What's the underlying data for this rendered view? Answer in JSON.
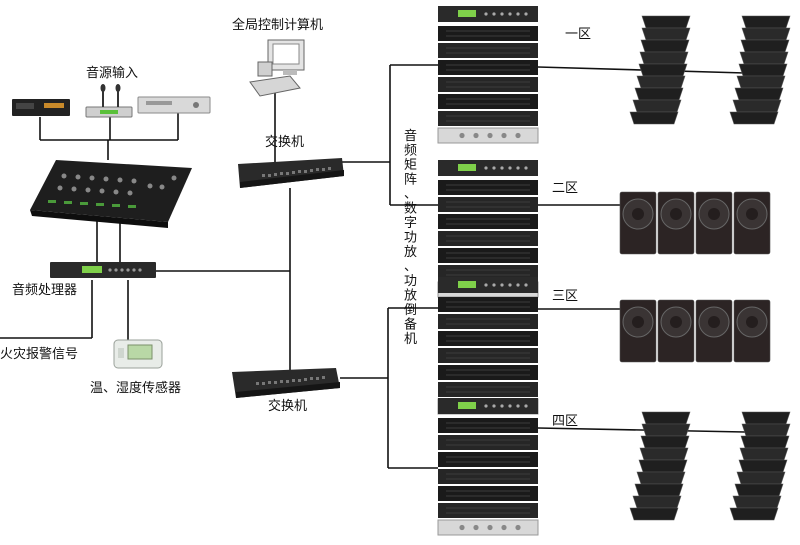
{
  "labels": {
    "computer": "全局控制计算机",
    "audio_input": "音源输入",
    "switch_top": "交换机",
    "switch_bottom": "交换机",
    "audio_processor": "音频处理器",
    "fire_alarm": "火灾报警信号",
    "sensor": "温、湿度传感器",
    "vertical_note": [
      "音",
      "频",
      "矩",
      "阵",
      "、",
      "数",
      "字",
      "功",
      "放",
      "、",
      "功",
      "放",
      "倒",
      "备",
      "机"
    ],
    "zone1": "一区",
    "zone2": "二区",
    "zone3": "三区",
    "zone4": "四区"
  },
  "colors": {
    "line": "#111111",
    "rack_dark": "#1c1c1c",
    "rack_mid": "#2f2f2f",
    "rack_silver": "#d8d8d8",
    "speaker_dark": "#232323",
    "sub_dark": "#2c2424",
    "display_green": "#7fd04a"
  }
}
